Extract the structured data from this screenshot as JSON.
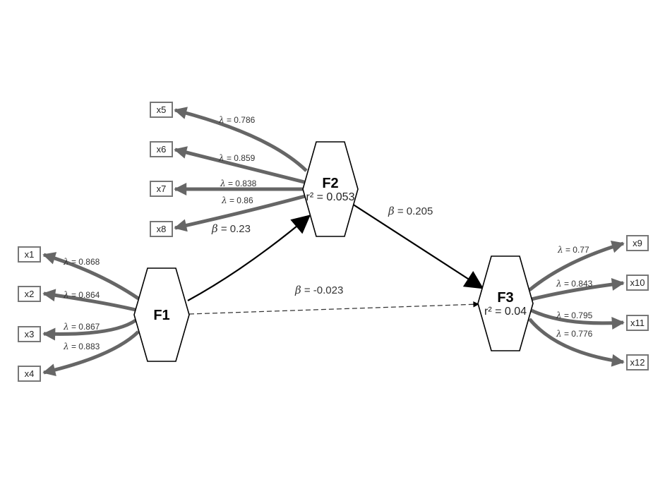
{
  "diagram": {
    "type": "structural-equation-model-path-diagram",
    "colors": {
      "loading_arrow": "#666666",
      "structural_arrow": "#000000",
      "indicator_border": "#777777",
      "background": "#ffffff"
    },
    "symbols": {
      "loading": "λ",
      "path": "β",
      "r2": "r²"
    },
    "latent_variables": [
      {
        "id": "F1",
        "name": "F1",
        "r2": null
      },
      {
        "id": "F2",
        "name": "F2",
        "r2": "0.053"
      },
      {
        "id": "F3",
        "name": "F3",
        "r2": "0.04"
      }
    ],
    "indicators": [
      {
        "id": "x1",
        "label": "x1",
        "factor": "F1",
        "loading": "0.868"
      },
      {
        "id": "x2",
        "label": "x2",
        "factor": "F1",
        "loading": "0.864"
      },
      {
        "id": "x3",
        "label": "x3",
        "factor": "F1",
        "loading": "0.867"
      },
      {
        "id": "x4",
        "label": "x4",
        "factor": "F1",
        "loading": "0.883"
      },
      {
        "id": "x5",
        "label": "x5",
        "factor": "F2",
        "loading": "0.786"
      },
      {
        "id": "x6",
        "label": "x6",
        "factor": "F2",
        "loading": "0.859"
      },
      {
        "id": "x7",
        "label": "x7",
        "factor": "F2",
        "loading": "0.838"
      },
      {
        "id": "x8",
        "label": "x8",
        "factor": "F2",
        "loading": "0.86"
      },
      {
        "id": "x9",
        "label": "x9",
        "factor": "F3",
        "loading": "0.77"
      },
      {
        "id": "x10",
        "label": "x10",
        "factor": "F3",
        "loading": "0.843"
      },
      {
        "id": "x11",
        "label": "x11",
        "factor": "F3",
        "loading": "0.795"
      },
      {
        "id": "x12",
        "label": "x12",
        "factor": "F3",
        "loading": "0.776"
      }
    ],
    "paths": [
      {
        "from": "F1",
        "to": "F2",
        "beta": "0.23",
        "style": "solid"
      },
      {
        "from": "F2",
        "to": "F3",
        "beta": "0.205",
        "style": "solid"
      },
      {
        "from": "F1",
        "to": "F3",
        "beta": "-0.023",
        "style": "dashed"
      }
    ]
  }
}
